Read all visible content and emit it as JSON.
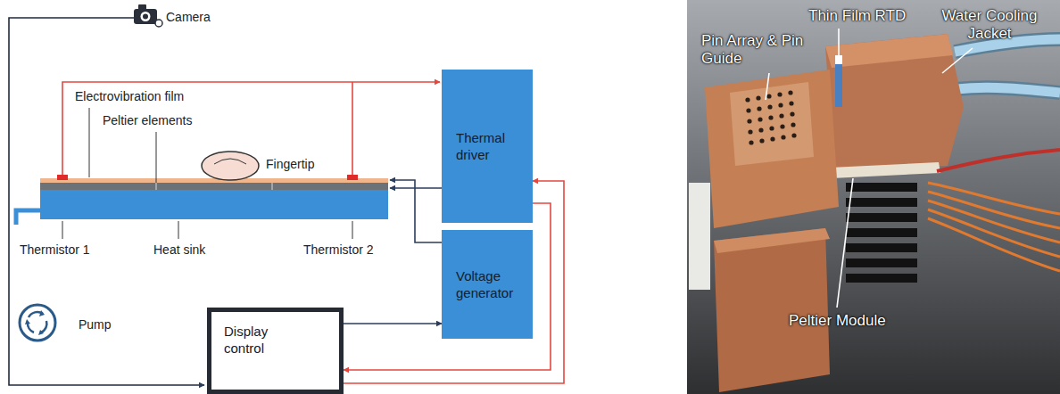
{
  "diagram": {
    "nodes": [
      {
        "text": [
          "Thermal driver"
        ]
      },
      {
        "text": [
          "Voltage generator"
        ]
      },
      {
        "text": [
          "Display control"
        ]
      }
    ],
    "edges": [
      {
        "from": 2,
        "to": 1,
        "arrow": "to"
      },
      {
        "from": 2,
        "to": 0,
        "arrow": "to"
      },
      {
        "from": 0,
        "to": 2,
        "arrow": "to"
      }
    ],
    "labels": [
      "Camera",
      "Electrovibration film",
      "Peltier elements",
      "Fingertip",
      "Thermistor 1",
      "Heat sink",
      "Thermistor 2",
      "Pump",
      "Pin Array & Pin Guide",
      "Thin Film RTD",
      "Water Cooling Jacket",
      "Peltier Module"
    ]
  }
}
